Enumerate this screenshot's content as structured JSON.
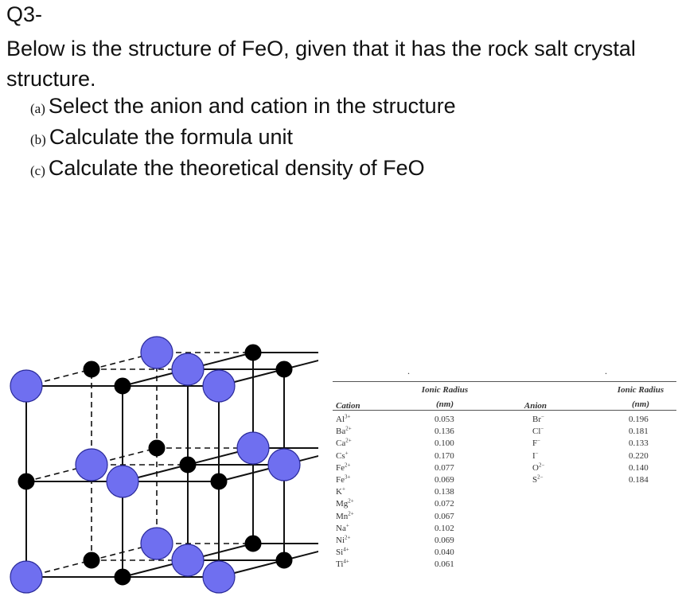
{
  "question": {
    "number": "Q3-",
    "intro": "Below is the structure of FeO, given that it has the rock salt crystal structure.",
    "parts": [
      {
        "marker": "(a)",
        "text": "Select the anion and cation in the structure"
      },
      {
        "marker": "(b)",
        "text": "Calculate the formula unit"
      },
      {
        "marker": "(c)",
        "text": "Calculate the theoretical density of FeO"
      }
    ]
  },
  "radii_table": {
    "dots": [
      ".",
      "."
    ],
    "headers": {
      "cation": "Cation",
      "cation_radius": "Ionic Radius",
      "cation_unit": "(nm)",
      "anion": "Anion",
      "anion_radius": "Ionic Radius",
      "anion_unit": "(nm)"
    },
    "cations": [
      {
        "symbol": "Al",
        "charge": "3+",
        "radius": "0.053"
      },
      {
        "symbol": "Ba",
        "charge": "2+",
        "radius": "0.136"
      },
      {
        "symbol": "Ca",
        "charge": "2+",
        "radius": "0.100"
      },
      {
        "symbol": "Cs",
        "charge": "+",
        "radius": "0.170"
      },
      {
        "symbol": "Fe",
        "charge": "2+",
        "radius": "0.077"
      },
      {
        "symbol": "Fe",
        "charge": "3+",
        "radius": "0.069"
      },
      {
        "symbol": "K",
        "charge": "+",
        "radius": "0.138"
      },
      {
        "symbol": "Mg",
        "charge": "2+",
        "radius": "0.072"
      },
      {
        "symbol": "Mn",
        "charge": "2+",
        "radius": "0.067"
      },
      {
        "symbol": "Na",
        "charge": "+",
        "radius": "0.102"
      },
      {
        "symbol": "Ni",
        "charge": "2+",
        "radius": "0.069"
      },
      {
        "symbol": "Si",
        "charge": "4+",
        "radius": "0.040"
      },
      {
        "symbol": "Ti",
        "charge": "4+",
        "radius": "0.061"
      }
    ],
    "anions": [
      {
        "symbol": "Br",
        "charge": "−",
        "radius": "0.196"
      },
      {
        "symbol": "Cl",
        "charge": "−",
        "radius": "0.181"
      },
      {
        "symbol": "F",
        "charge": "−",
        "radius": "0.133"
      },
      {
        "symbol": "I",
        "charge": "−",
        "radius": "0.220"
      },
      {
        "symbol": "O",
        "charge": "2−",
        "radius": "0.140"
      },
      {
        "symbol": "S",
        "charge": "2−",
        "radius": "0.184"
      }
    ]
  },
  "colors": {
    "large_ion": "#6f6ff0",
    "small_ion": "#000000",
    "edge": "#111111"
  }
}
